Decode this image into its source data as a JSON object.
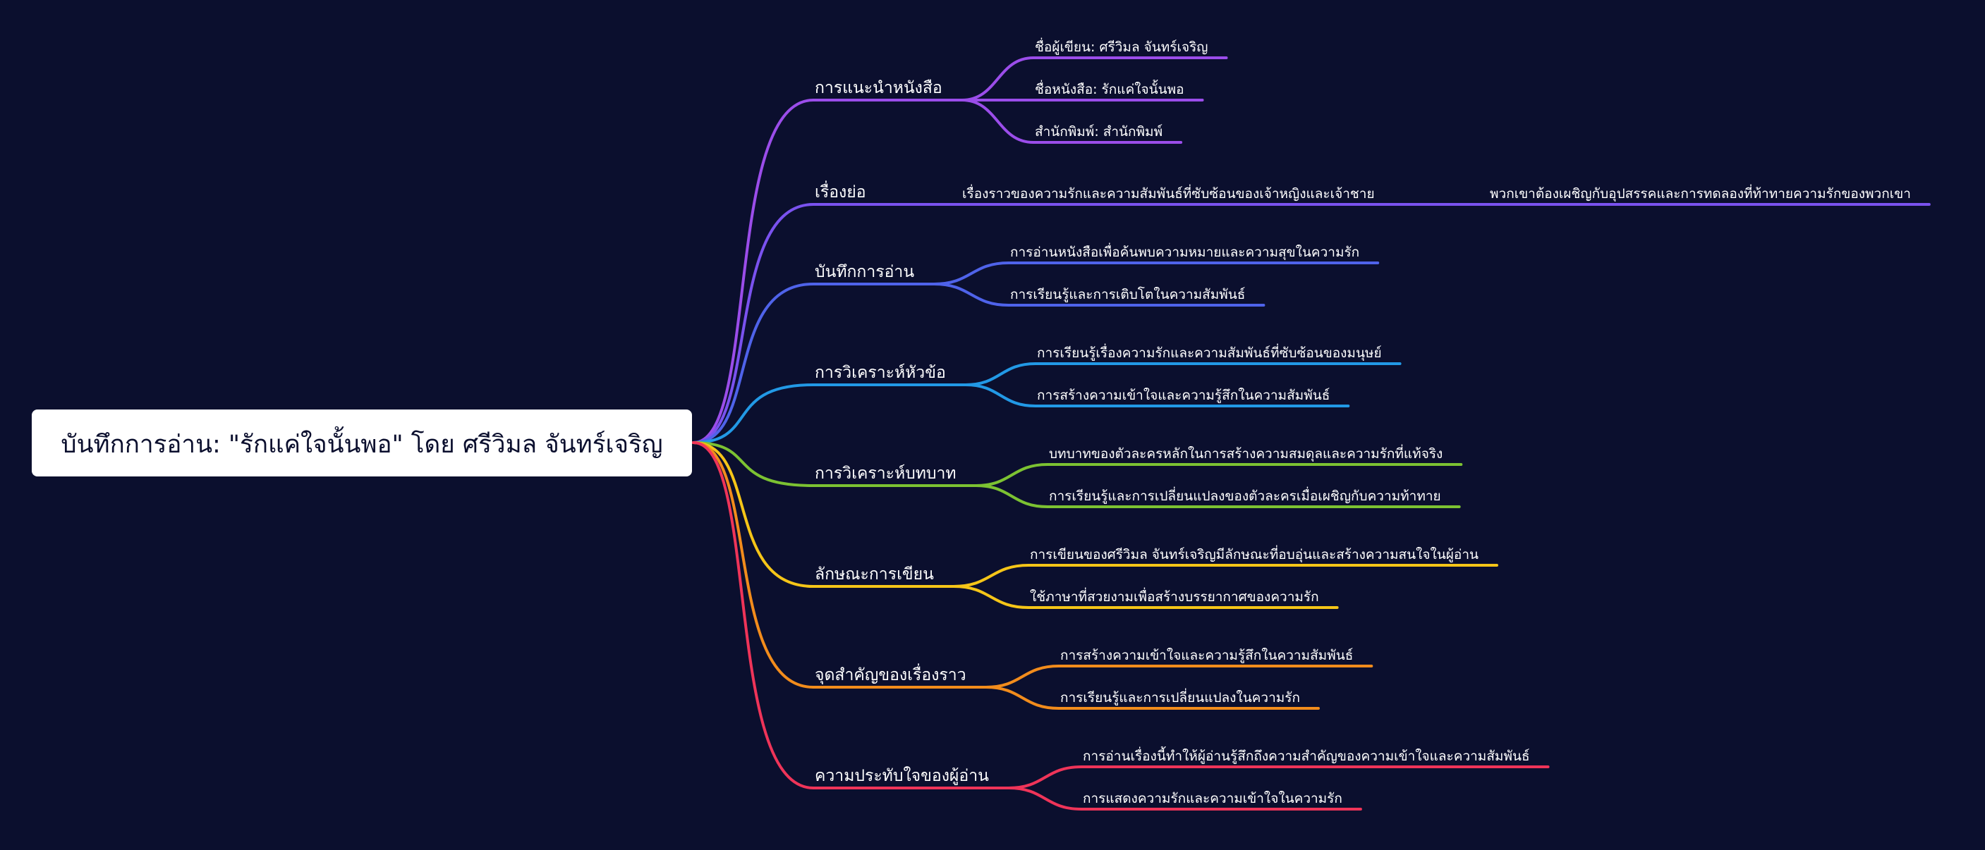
{
  "root": {
    "label": "บันทึกการอ่าน: \"รักแค่ใจนั้นพอ\" โดย ศรีวิมล จันทร์เจริญ"
  },
  "branches": [
    {
      "label": "การแนะนำหนังสือ",
      "color": "#9b4dea",
      "leaves": [
        "ชื่อผู้เขียน: ศรีวิมล จันทร์เจริญ",
        "ชื่อหนังสือ: รักแค่ใจนั้นพอ",
        "สำนักพิมพ์: สำนักพิมพ์"
      ]
    },
    {
      "label": "เรื่องย่อ",
      "color": "#7a52ef",
      "leaves": [
        "เรื่องราวของความรักและความสัมพันธ์ที่ซับซ้อนของเจ้าหญิงและเจ้าชาย",
        "พวกเขาต้องเผชิญกับอุปสรรคและการทดลองที่ท้าทายความรักของพวกเขา"
      ]
    },
    {
      "label": "บันทึกการอ่าน",
      "color": "#4f63ea",
      "leaves": [
        "การอ่านหนังสือเพื่อค้นพบความหมายและความสุขในความรัก",
        "การเรียนรู้และการเติบโตในความสัมพันธ์"
      ]
    },
    {
      "label": "การวิเคราะห์หัวข้อ",
      "color": "#2299e6",
      "leaves": [
        "การเรียนรู้เรื่องความรักและความสัมพันธ์ที่ซับซ้อนของมนุษย์",
        "การสร้างความเข้าใจและความรู้สึกในความสัมพันธ์"
      ]
    },
    {
      "label": "การวิเคราะห์บทบาท",
      "color": "#7cc232",
      "leaves": [
        "บทบาทของตัวละครหลักในการสร้างความสมดุลและความรักที่แท้จริง",
        "การเรียนรู้และการเปลี่ยนแปลงของตัวละครเมื่อเผชิญกับความท้าทาย"
      ]
    },
    {
      "label": "ลักษณะการเขียน",
      "color": "#f5c518",
      "leaves": [
        "การเขียนของศรีวิมล จันทร์เจริญมีลักษณะที่อบอุ่นและสร้างความสนใจในผู้อ่าน",
        "ใช้ภาษาที่สวยงามเพื่อสร้างบรรยากาศของความรัก"
      ]
    },
    {
      "label": "จุดสำคัญของเรื่องราว",
      "color": "#f28c1c",
      "leaves": [
        "การสร้างความเข้าใจและความรู้สึกในความสัมพันธ์",
        "การเรียนรู้และการเปลี่ยนแปลงในความรัก"
      ]
    },
    {
      "label": "ความประทับใจของผู้อ่าน",
      "color": "#ef3459",
      "leaves": [
        "การอ่านเรื่องนี้ทำให้ผู้อ่านรู้สึกถึงความสำคัญของความเข้าใจและความสัมพันธ์",
        "การแสดงความรักและความเข้าใจในความรัก"
      ]
    }
  ]
}
